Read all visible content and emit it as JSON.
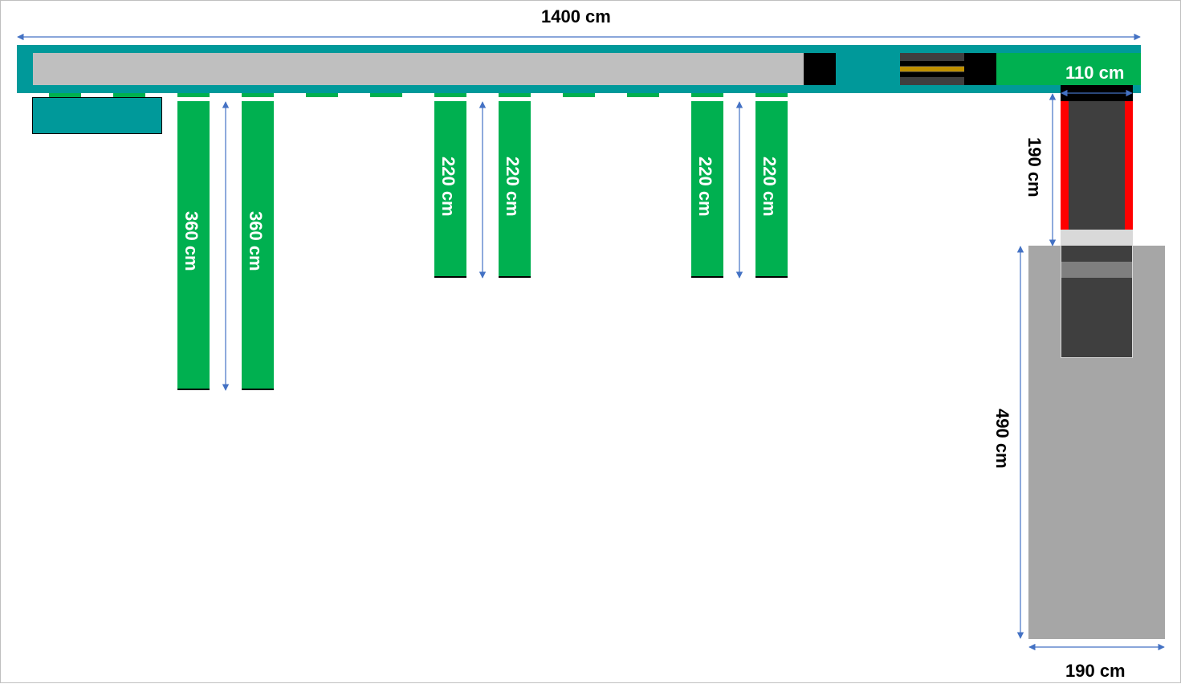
{
  "dimensions": {
    "total_length": "1400 cm",
    "conveyor_width": "110 cm",
    "lane_long_1": "360 cm",
    "lane_long_2": "360 cm",
    "lane_mid_1": "220 cm",
    "lane_mid_2": "220 cm",
    "lane_right_1": "220 cm",
    "lane_right_2": "220 cm",
    "ramp_length": "190 cm",
    "platform_length": "490 cm",
    "platform_width": "190 cm"
  },
  "colors": {
    "teal": "#00999a",
    "teal_dark_border": "#0a5a5a",
    "green": "#00b050",
    "grey_belt": "#bfbfbf",
    "black": "#000000",
    "dark_grey": "#3f3f3f",
    "mid_grey": "#a6a6a6",
    "light_grey": "#d9d9d9",
    "red": "#ff0000",
    "gold": "#bf9000",
    "arrow_blue": "#4472c4"
  }
}
